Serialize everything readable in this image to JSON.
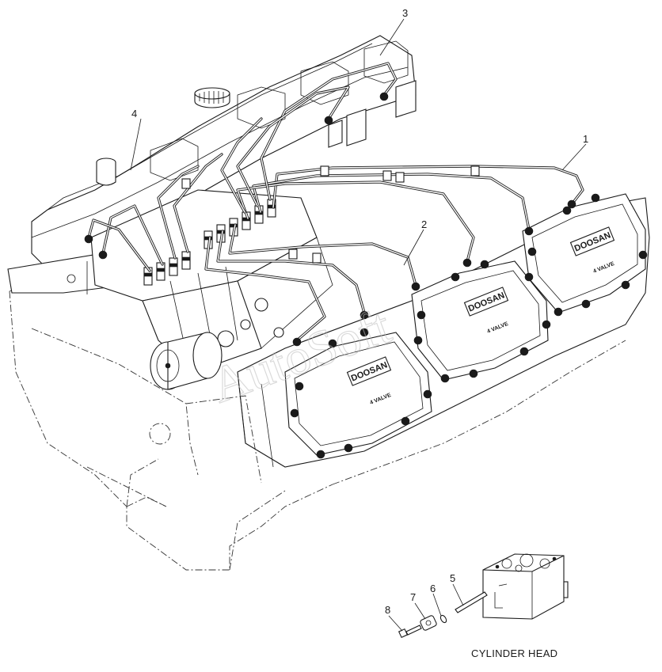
{
  "callouts": [
    {
      "id": "1",
      "label": "1"
    },
    {
      "id": "2",
      "label": "2"
    },
    {
      "id": "3",
      "label": "3"
    },
    {
      "id": "4",
      "label": "4"
    },
    {
      "id": "5",
      "label": "5"
    },
    {
      "id": "6",
      "label": "6"
    },
    {
      "id": "7",
      "label": "7"
    },
    {
      "id": "8",
      "label": "8"
    }
  ],
  "caption": "CYLINDER HEAD",
  "cover_brand": "DOOSAN",
  "cover_sub": "4 VALVE",
  "watermark": "AutoSoft"
}
